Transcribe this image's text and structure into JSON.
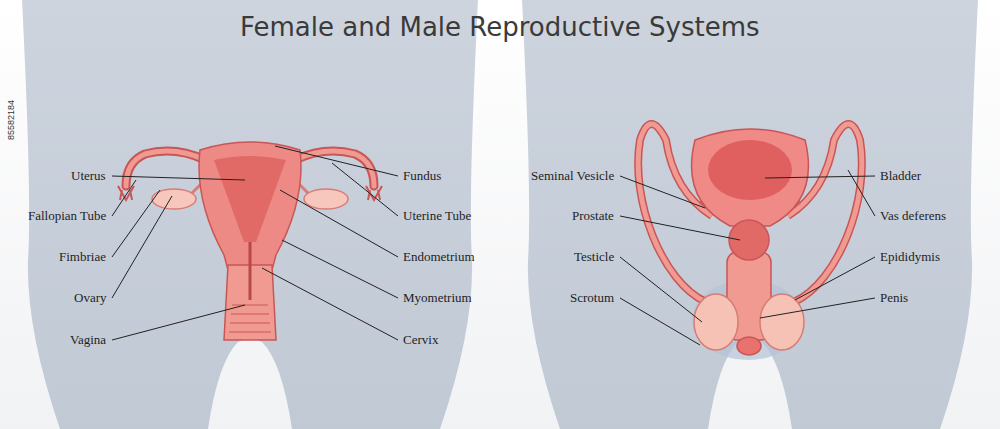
{
  "diagram": {
    "title": "Female and Male Reproductive Systems",
    "labels": [
      "Uterus",
      "Fallopian Tube",
      "Fimbriae",
      "Ovary",
      "Vagina",
      "Fundus",
      "Uterine Tube",
      "Endometrium",
      "Myometrium",
      "Cervix",
      "Seminal Vesicle",
      "Prostate",
      "Testicle",
      "Scrotum",
      "Bladder",
      "Vas deferens",
      "Epididymis",
      "Penis",
      "85582184"
    ]
  }
}
